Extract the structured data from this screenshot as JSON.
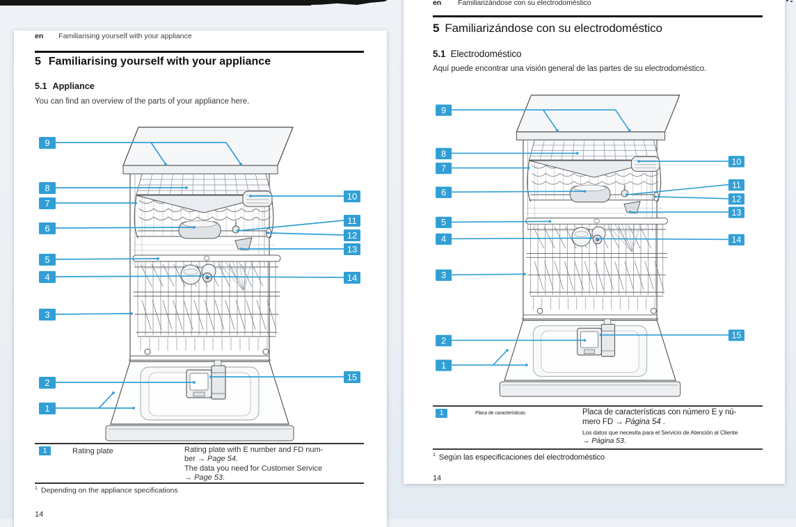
{
  "ui": {
    "accent_blue": "#319fd5"
  },
  "pages": {
    "left": {
      "lang": "en",
      "running_header": "Familiarising yourself with your appliance",
      "chapter_num": "5",
      "chapter_title": "Familiarising yourself with your appliance",
      "section_num": "5.1",
      "section_title": "Appliance",
      "intro": "You can find an overview of the parts of your appliance here.",
      "table": {
        "badge": "1",
        "term": "Rating plate",
        "desc1": "Rating plate with E number and FD num-\nber → ",
        "desc1_ref": "Page 54",
        "desc1_end": ".",
        "desc2": "\nThe data you need for Customer Service\n→ ",
        "desc2_ref": "Page 53",
        "desc2_end": "."
      },
      "footnote_marker": "1",
      "footnote": "Depending on the appliance specifications",
      "page_number": "14"
    },
    "right": {
      "lang": "en",
      "running_header": "Familiarizándose con su electrodoméstico",
      "chapter_num": "5",
      "chapter_title": "Familiarizándose con su electrodoméstico",
      "section_num": "5.1",
      "section_title": "Electrodoméstico",
      "intro": "Aquí puede encontrar una visión general de las partes de su electrodoméstico.",
      "table": {
        "badge": "1",
        "term": "Placa de características",
        "desc1": "Placa de características con número E y nú-\nmero FD → ",
        "desc1_ref": "Página 54",
        "desc1_end": " .",
        "desc2_small": "Los datos que necesita para el Servicio de Atención al Cliente",
        "desc2_arrow": "→ ",
        "desc2_ref": "Página 53",
        "desc2_end": "."
      },
      "footnote_marker": "1",
      "footnote": "Según las especificaciones del electrodoméstico",
      "page_number": "14"
    }
  },
  "figure": {
    "callouts": [
      "1",
      "2",
      "3",
      "4",
      "5",
      "6",
      "7",
      "8",
      "9",
      "10",
      "11",
      "12",
      "13",
      "14",
      "15"
    ]
  }
}
